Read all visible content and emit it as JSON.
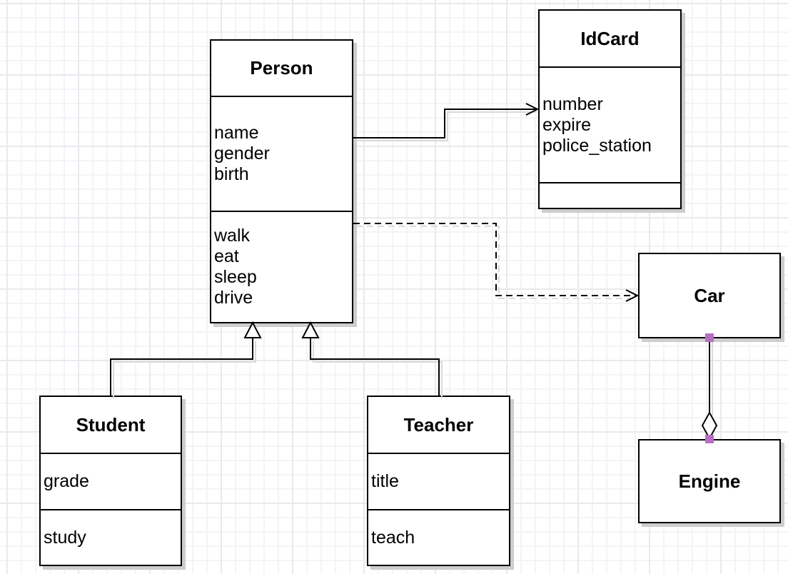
{
  "diagram": {
    "type": "uml-class-diagram",
    "classes": [
      {
        "name": "Person",
        "attributes": [
          "name",
          "gender",
          "birth"
        ],
        "methods": [
          "walk",
          "eat",
          "sleep",
          "drive"
        ]
      },
      {
        "name": "IdCard",
        "attributes": [
          "number",
          "expire",
          "police_station"
        ],
        "methods": []
      },
      {
        "name": "Car",
        "attributes": [],
        "methods": []
      },
      {
        "name": "Engine",
        "attributes": [],
        "methods": []
      },
      {
        "name": "Student",
        "attributes": [
          "grade"
        ],
        "methods": [
          "study"
        ]
      },
      {
        "name": "Teacher",
        "attributes": [
          "title"
        ],
        "methods": [
          "teach"
        ]
      }
    ],
    "relationships": [
      {
        "from": "Person",
        "to": "IdCard",
        "type": "association",
        "line": "solid",
        "marker": "open-arrow"
      },
      {
        "from": "Person",
        "to": "Car",
        "type": "dependency",
        "line": "dashed",
        "marker": "open-arrow"
      },
      {
        "from": "Student",
        "to": "Person",
        "type": "generalization",
        "line": "solid",
        "marker": "hollow-triangle"
      },
      {
        "from": "Teacher",
        "to": "Person",
        "type": "generalization",
        "line": "solid",
        "marker": "hollow-triangle"
      },
      {
        "from": "Car",
        "to": "Engine",
        "type": "aggregation",
        "line": "solid",
        "marker": "hollow-diamond"
      }
    ],
    "colors": {
      "line": "#000000",
      "box_fill": "#ffffff",
      "shadow": "#cdcdcd",
      "connection_handle": "#b76fc4"
    }
  }
}
